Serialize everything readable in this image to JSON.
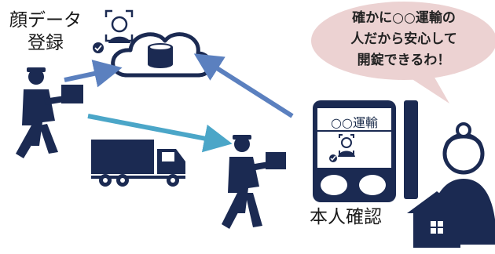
{
  "labels": {
    "register_line1": "顔データ",
    "register_line2": "登録",
    "verify": "本人確認",
    "device_company": "○○運輸"
  },
  "speech_bubble": {
    "line1": "確かに○○運輸の",
    "line2": "人だから安心して",
    "line3": "開錠できるわ！"
  },
  "colors": {
    "navy": "#1b2a52",
    "arrow_dark_blue": "#5b80bf",
    "arrow_light_blue": "#4ba6c8",
    "bubble_fill": "#ecd2d2",
    "cloud_stroke": "#1b2a52"
  },
  "icons": [
    "cloud-database-icon",
    "face-scan-icon",
    "delivery-person-icon",
    "truck-icon",
    "smartphone-icon",
    "intercom-icon",
    "woman-icon",
    "house-icon"
  ]
}
